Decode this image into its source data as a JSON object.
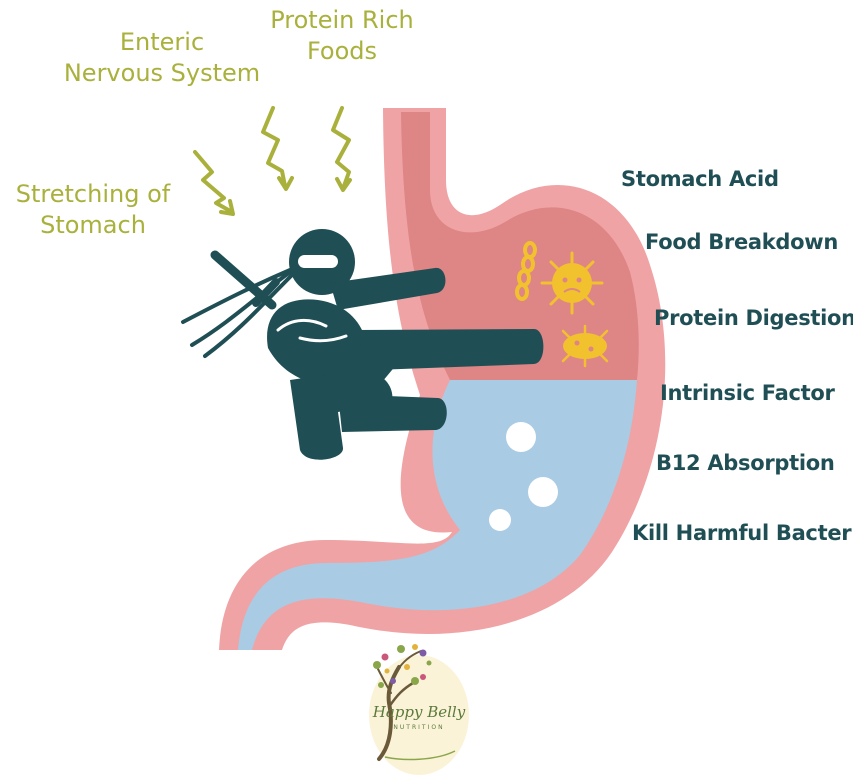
{
  "colors": {
    "trigger_text": "#a9b13c",
    "function_text": "#1f4f55",
    "ninja": "#1f4f55",
    "stomach_wall": "#f0a3a5",
    "stomach_acid": "#de8585",
    "stomach_contents": "#a9cbe4",
    "microbe": "#f2c12e",
    "logo_text": "#5b7a3a"
  },
  "triggers": [
    {
      "lines": [
        "Enteric",
        "Nervous System"
      ]
    },
    {
      "lines": [
        "Protein Rich",
        "Foods"
      ]
    },
    {
      "lines": [
        "Stretching of",
        "Stomach"
      ]
    }
  ],
  "functions": [
    "Stomach Acid",
    "Food Breakdown",
    "Protein Digestion",
    "Intrinsic Factor",
    "B12 Absorption",
    "Kill Harmful Bacteria"
  ],
  "logo": {
    "name": "Happy Belly",
    "sub": "NUTRITION"
  }
}
